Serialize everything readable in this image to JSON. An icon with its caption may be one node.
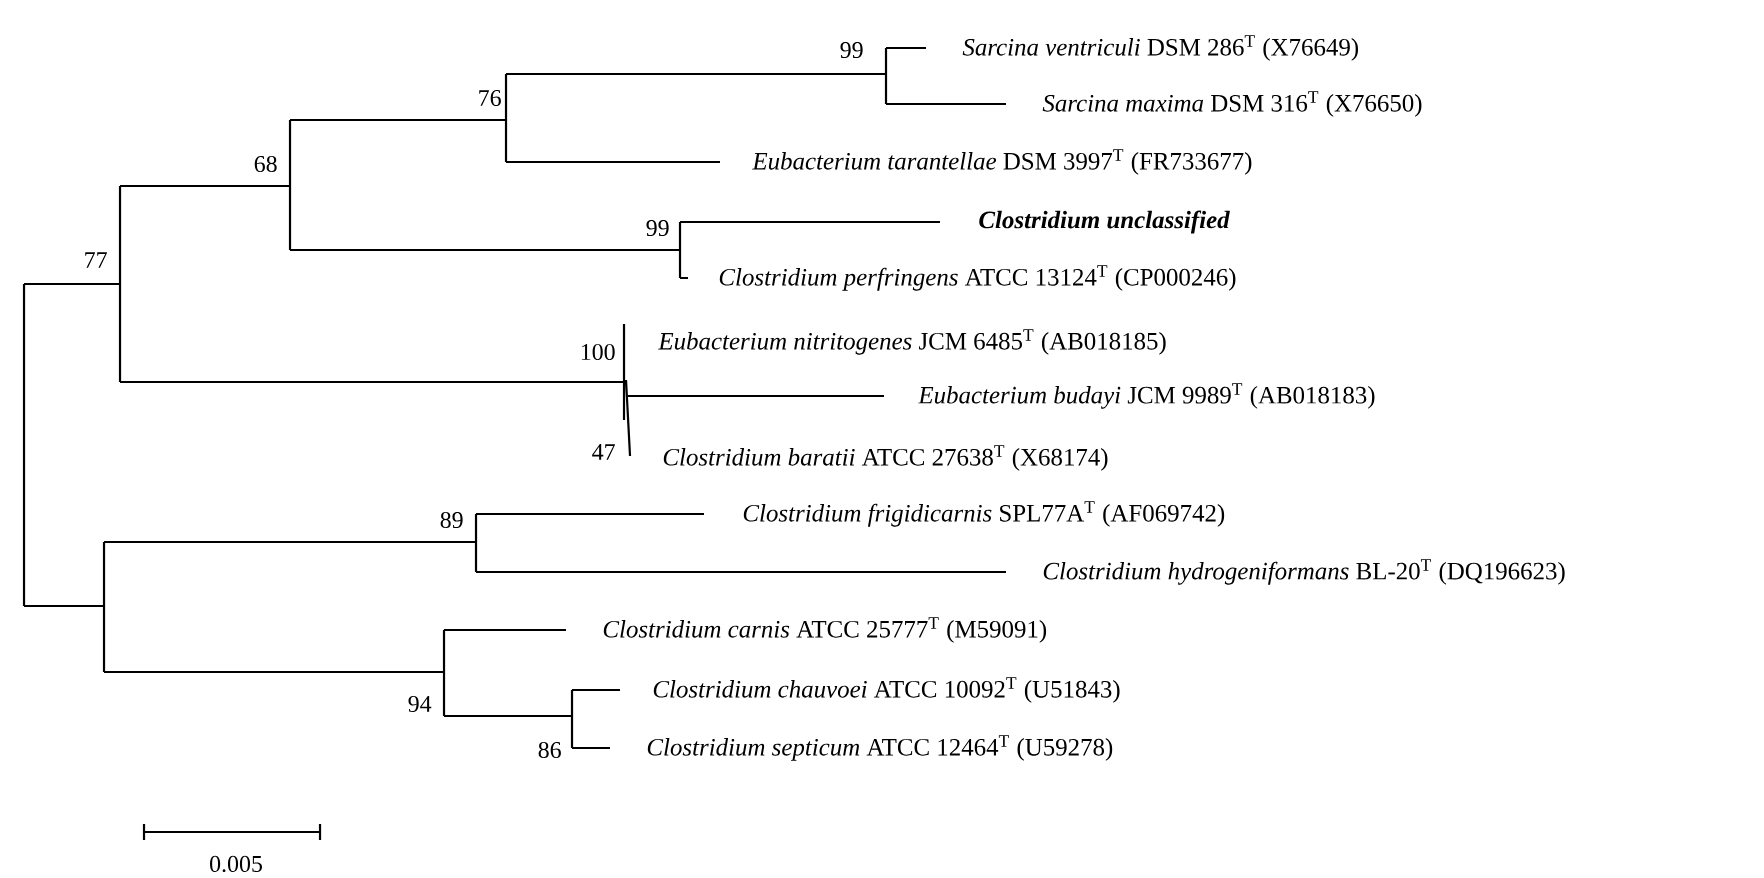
{
  "diagram": {
    "labels": [
      "99",
      "*Sarcina ventriculi* DSM 286$^{T}$ (X76649)",
      "*Sarcina maxima* DSM 316$^{T}$ (X76650)",
      "76",
      "*Eubacterium tarantellae* DSM 3997$^{T}$ (FR733677)",
      "68",
      "99",
      "Clostridium unclassified",
      "77",
      "*Clostridium perfringens* ATCC 13124$^{T}$ (CP000246)",
      "100",
      "*Eubacterium nitritogenes* JCM 6485$^{T}$ (AB018185)",
      "*Eubacterium budayi* JCM 9989$^{T}$ (AB018183)",
      "47",
      "*Clostridium baratii* ATCC 27638$^{T}$ (X68174)",
      "89",
      "*Clostridium frigidicarnis* SPL77A$^{T}$ (AF069742)",
      "*Clostridium hydrogeniformans* BL-20$^{T}$ (DQ196623)",
      "*Clostridium carnis* ATCC 25777$^{T}$ (M59091)",
      "94",
      "*Clostridium chauvoei* ATCC 10092$^{T}$ (U51843)",
      "86",
      "*Clostridium septicum* ATCC 12464$^{T}$ (U59278)",
      "0.005"
    ]
  }
}
